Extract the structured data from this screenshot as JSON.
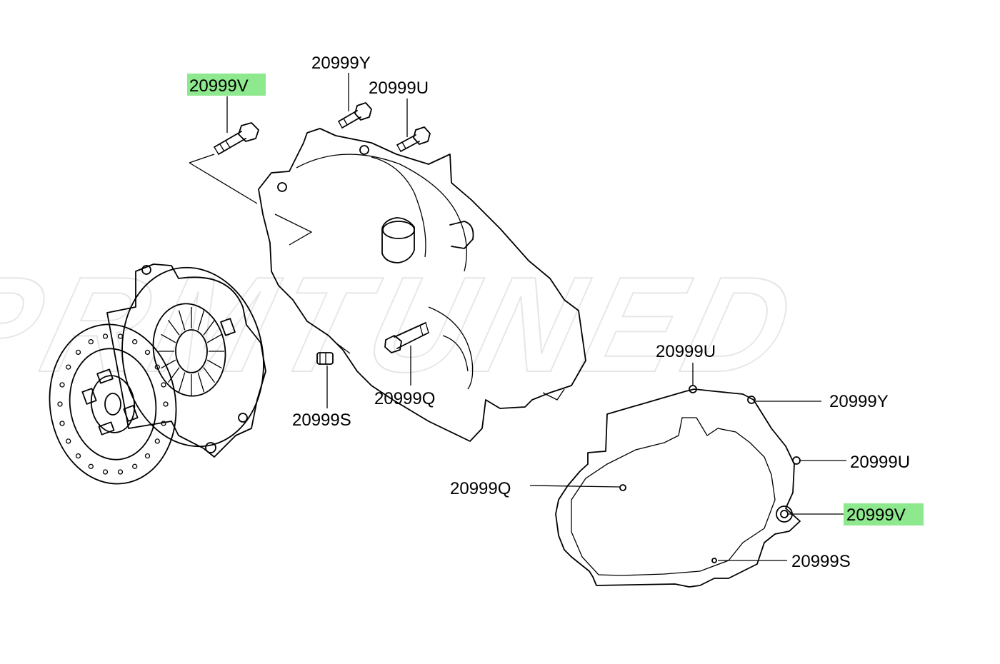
{
  "watermark": "PRMTUNED",
  "highlight_color": "#8ee88e",
  "labels": {
    "top_v": "20999V",
    "top_y": "20999Y",
    "top_u": "20999U",
    "mid_s": "20999S",
    "mid_q": "20999Q",
    "r_u_top": "20999U",
    "r_y": "20999Y",
    "r_u": "20999U",
    "r_q": "20999Q",
    "r_v": "20999V",
    "r_s": "20999S"
  }
}
